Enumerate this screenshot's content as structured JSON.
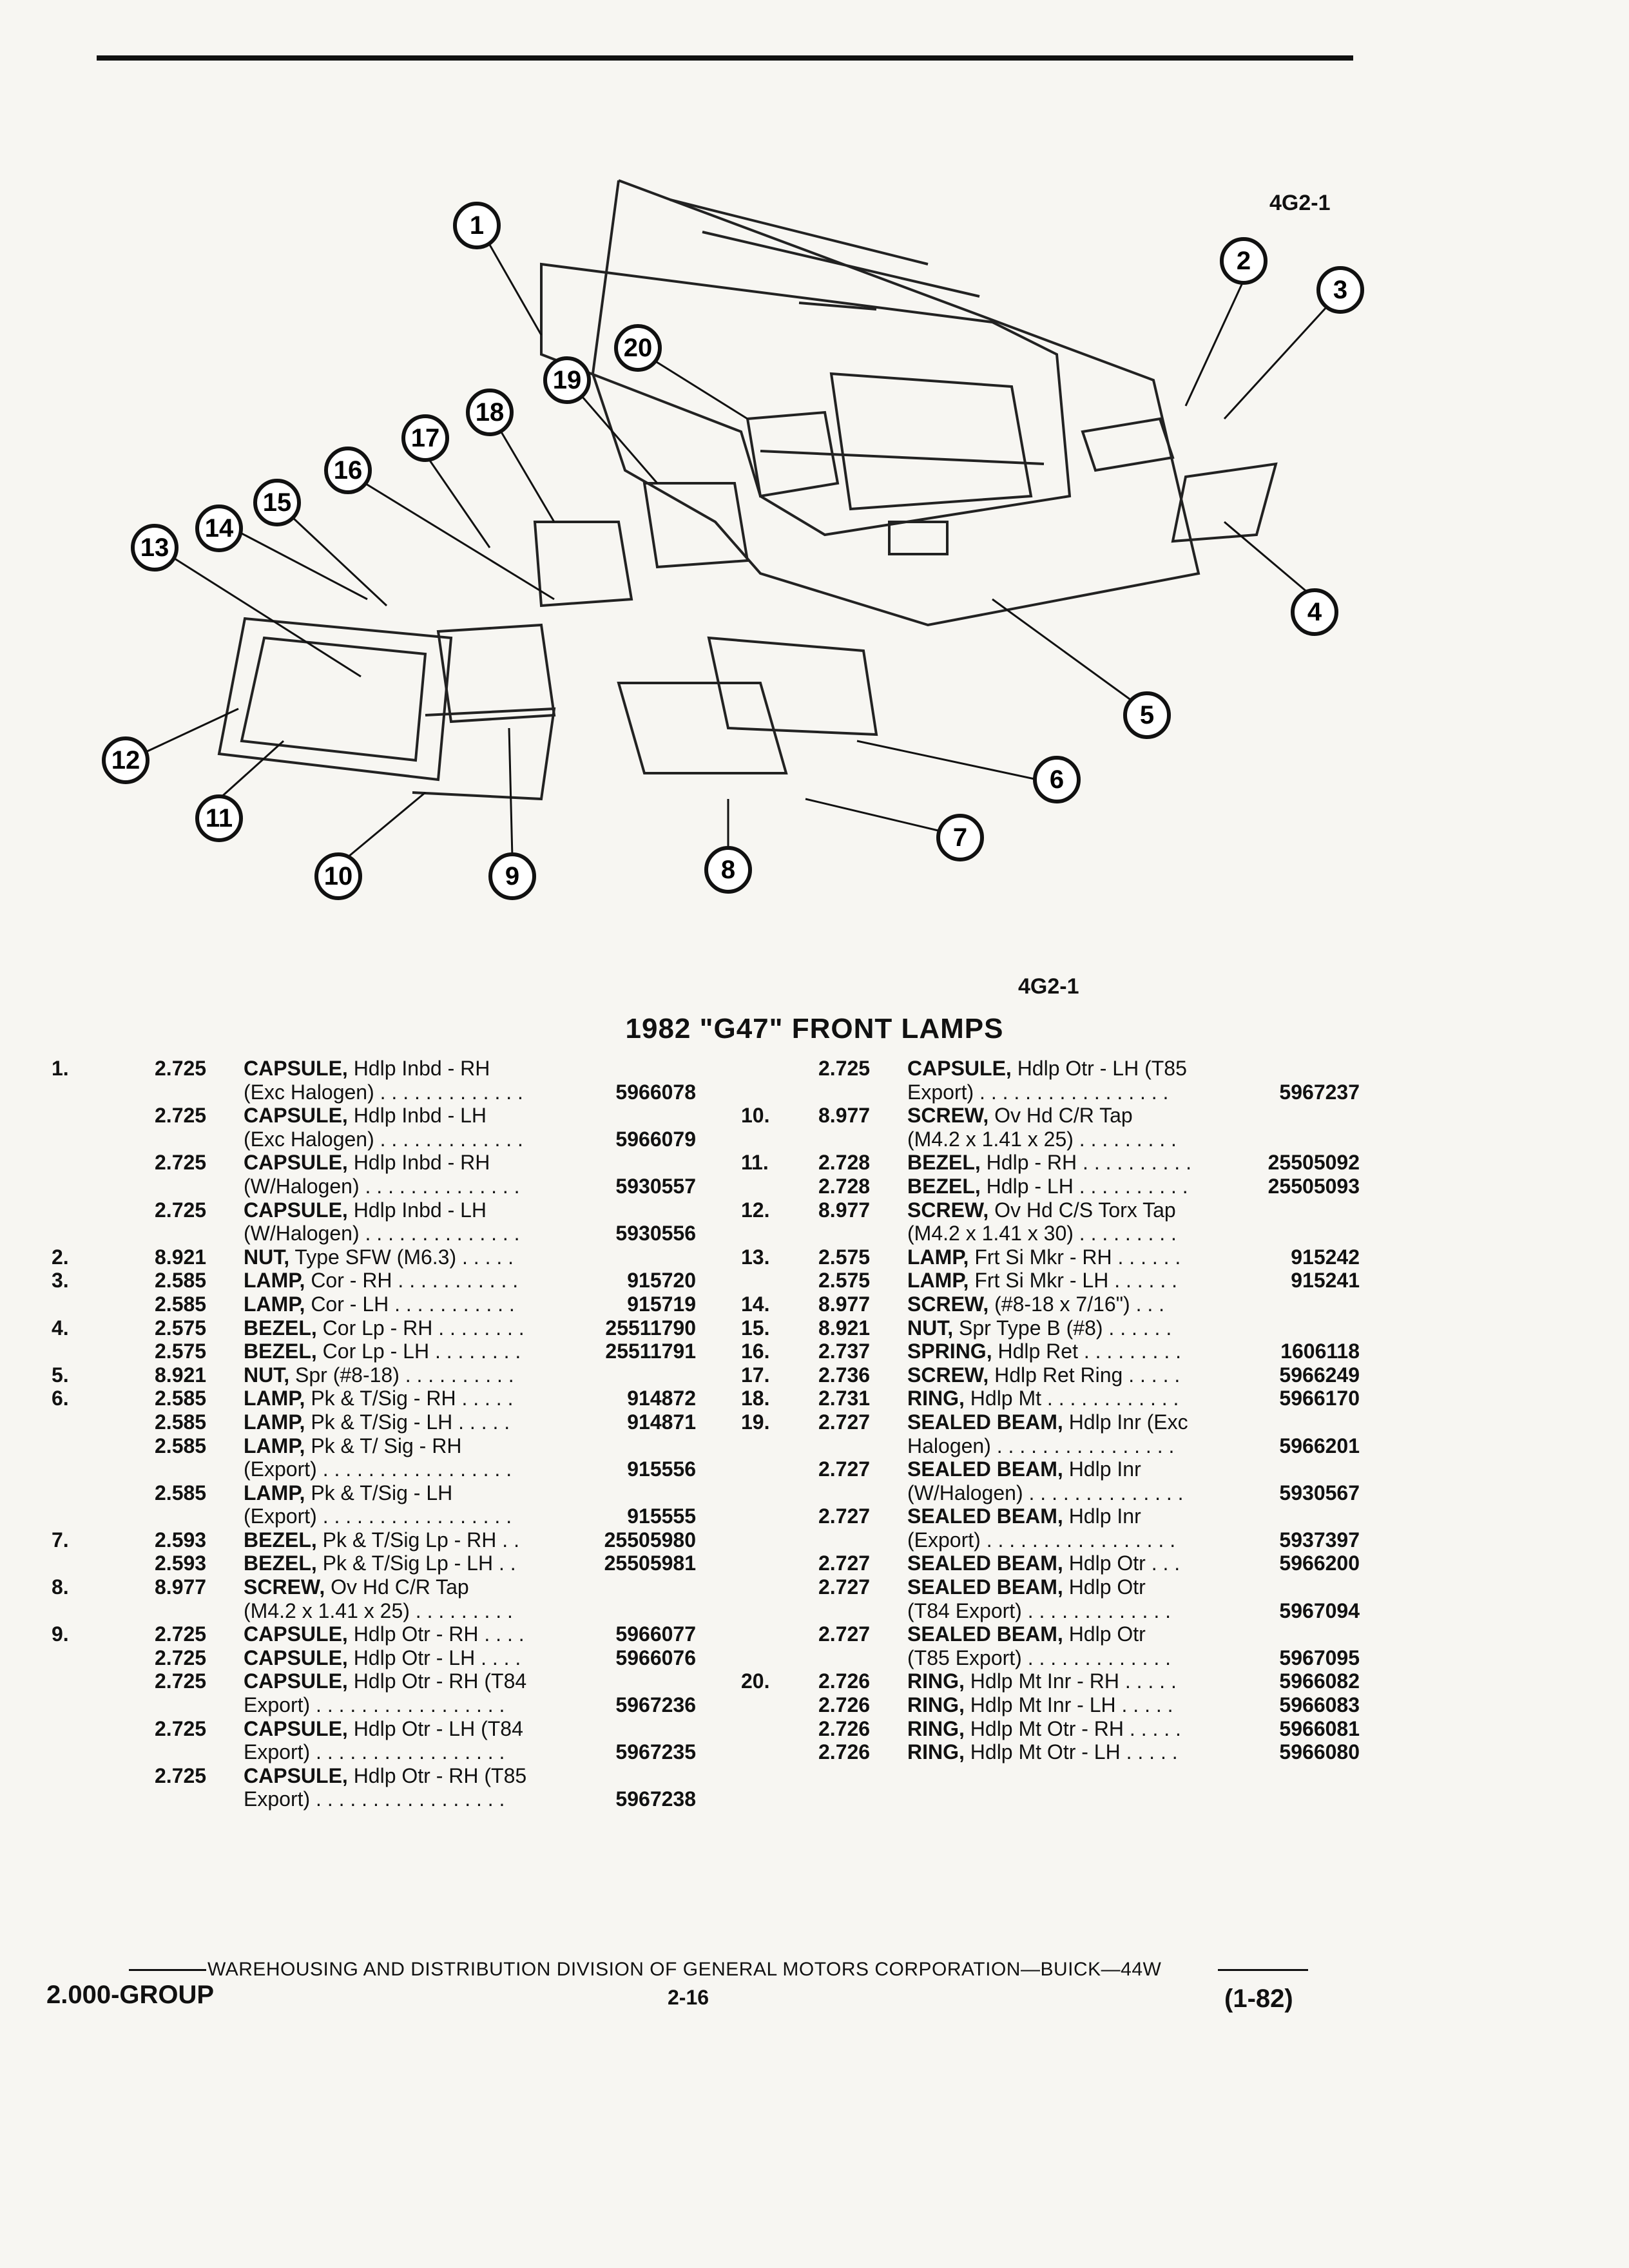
{
  "figure_code_top": "4G2-1",
  "figure_code_bottom": "4G2-1",
  "title": "1982 \"G47\" FRONT LAMPS",
  "callouts": [
    "1",
    "2",
    "3",
    "4",
    "5",
    "6",
    "7",
    "8",
    "9",
    "10",
    "11",
    "12",
    "13",
    "14",
    "15",
    "16",
    "17",
    "18",
    "19",
    "20"
  ],
  "left_lines": [
    {
      "num": "1.",
      "grp": "2.725",
      "name": "CAPSULE,",
      "rest": " Hdlp Inbd - RH",
      "pn": ""
    },
    {
      "num": "",
      "grp": "",
      "name": "",
      "rest": "(Exc Halogen) . . . . . . . . . . . . .",
      "pn": "5966078"
    },
    {
      "num": "",
      "grp": "2.725",
      "name": "CAPSULE,",
      "rest": " Hdlp Inbd - LH",
      "pn": ""
    },
    {
      "num": "",
      "grp": "",
      "name": "",
      "rest": "(Exc Halogen) . . . . . . . . . . . . .",
      "pn": "5966079"
    },
    {
      "num": "",
      "grp": "2.725",
      "name": "CAPSULE,",
      "rest": " Hdlp Inbd - RH",
      "pn": ""
    },
    {
      "num": "",
      "grp": "",
      "name": "",
      "rest": "(W/Halogen) . . . . . . . . . . . . . .",
      "pn": "5930557"
    },
    {
      "num": "",
      "grp": "2.725",
      "name": "CAPSULE,",
      "rest": " Hdlp Inbd - LH",
      "pn": ""
    },
    {
      "num": "",
      "grp": "",
      "name": "",
      "rest": "(W/Halogen) . . . . . . . . . . . . . .",
      "pn": "5930556"
    },
    {
      "num": "2.",
      "grp": "8.921",
      "name": "NUT,",
      "rest": " Type SFW (M6.3) . . . . .",
      "pn": ""
    },
    {
      "num": "3.",
      "grp": "2.585",
      "name": "LAMP,",
      "rest": " Cor - RH . . . . . . . . . . .",
      "pn": "915720"
    },
    {
      "num": "",
      "grp": "2.585",
      "name": "LAMP,",
      "rest": " Cor - LH . . . . . . . . . . .",
      "pn": "915719"
    },
    {
      "num": "4.",
      "grp": "2.575",
      "name": "BEZEL,",
      "rest": " Cor Lp - RH . . . . . . . .",
      "pn": "25511790"
    },
    {
      "num": "",
      "grp": "2.575",
      "name": "BEZEL,",
      "rest": " Cor Lp - LH . . . . . . . .",
      "pn": "25511791"
    },
    {
      "num": "5.",
      "grp": "8.921",
      "name": "NUT,",
      "rest": " Spr (#8-18) . . . . . . . . . .",
      "pn": ""
    },
    {
      "num": "6.",
      "grp": "2.585",
      "name": "LAMP,",
      "rest": " Pk & T/Sig - RH . . . . .",
      "pn": "914872"
    },
    {
      "num": "",
      "grp": "2.585",
      "name": "LAMP,",
      "rest": " Pk & T/Sig - LH . . . . .",
      "pn": "914871"
    },
    {
      "num": "",
      "grp": "2.585",
      "name": "LAMP,",
      "rest": " Pk & T/ Sig - RH",
      "pn": ""
    },
    {
      "num": "",
      "grp": "",
      "name": "",
      "rest": "(Export) . . . . . . . . . . . . . . . . .",
      "pn": "915556"
    },
    {
      "num": "",
      "grp": "2.585",
      "name": "LAMP,",
      "rest": " Pk & T/Sig - LH",
      "pn": ""
    },
    {
      "num": "",
      "grp": "",
      "name": "",
      "rest": "(Export) . . . . . . . . . . . . . . . . .",
      "pn": "915555"
    },
    {
      "num": "7.",
      "grp": "2.593",
      "name": "BEZEL,",
      "rest": " Pk & T/Sig Lp - RH . .",
      "pn": "25505980"
    },
    {
      "num": "",
      "grp": "2.593",
      "name": "BEZEL,",
      "rest": " Pk & T/Sig Lp - LH . .",
      "pn": "25505981"
    },
    {
      "num": "8.",
      "grp": "8.977",
      "name": "SCREW,",
      "rest": " Ov Hd C/R Tap",
      "pn": ""
    },
    {
      "num": "",
      "grp": "",
      "name": "",
      "rest": "(M4.2 x 1.41 x 25) . . . . . . . . .",
      "pn": ""
    },
    {
      "num": "9.",
      "grp": "2.725",
      "name": "CAPSULE,",
      "rest": " Hdlp Otr - RH . . . .",
      "pn": "5966077"
    },
    {
      "num": "",
      "grp": "2.725",
      "name": "CAPSULE,",
      "rest": " Hdlp Otr - LH . . . .",
      "pn": "5966076"
    },
    {
      "num": "",
      "grp": "2.725",
      "name": "CAPSULE,",
      "rest": " Hdlp Otr - RH (T84",
      "pn": ""
    },
    {
      "num": "",
      "grp": "",
      "name": "",
      "rest": "Export) . . . . . . . . . . . . . . . . .",
      "pn": "5967236"
    },
    {
      "num": "",
      "grp": "2.725",
      "name": "CAPSULE,",
      "rest": " Hdlp Otr - LH (T84",
      "pn": ""
    },
    {
      "num": "",
      "grp": "",
      "name": "",
      "rest": "Export) . . . . . . . . . . . . . . . . .",
      "pn": "5967235"
    },
    {
      "num": "",
      "grp": "2.725",
      "name": "CAPSULE,",
      "rest": " Hdlp Otr - RH (T85",
      "pn": ""
    },
    {
      "num": "",
      "grp": "",
      "name": "",
      "rest": "Export) . . . . . . . . . . . . . . . . .",
      "pn": "5967238"
    }
  ],
  "right_lines": [
    {
      "num": "",
      "grp": "2.725",
      "name": "CAPSULE,",
      "rest": " Hdlp Otr - LH (T85",
      "pn": ""
    },
    {
      "num": "",
      "grp": "",
      "name": "",
      "rest": "Export) . . . . . . . . . . . . . . . . .",
      "pn": "5967237"
    },
    {
      "num": "10.",
      "grp": "8.977",
      "name": "SCREW,",
      "rest": " Ov Hd C/R Tap",
      "pn": ""
    },
    {
      "num": "",
      "grp": "",
      "name": "",
      "rest": "(M4.2 x 1.41 x 25) . . . . . . . . .",
      "pn": ""
    },
    {
      "num": "11.",
      "grp": "2.728",
      "name": "BEZEL,",
      "rest": " Hdlp - RH . . . . . . . . . .",
      "pn": "25505092"
    },
    {
      "num": "",
      "grp": "2.728",
      "name": "BEZEL,",
      "rest": " Hdlp - LH . . . . . . . . . .",
      "pn": "25505093"
    },
    {
      "num": "12.",
      "grp": "8.977",
      "name": "SCREW,",
      "rest": " Ov Hd C/S Torx Tap",
      "pn": ""
    },
    {
      "num": "",
      "grp": "",
      "name": "",
      "rest": "(M4.2 x 1.41 x 30) . . . . . . . . .",
      "pn": ""
    },
    {
      "num": "13.",
      "grp": "2.575",
      "name": "LAMP,",
      "rest": " Frt Si Mkr - RH . . . . . .",
      "pn": "915242"
    },
    {
      "num": "",
      "grp": "2.575",
      "name": "LAMP,",
      "rest": " Frt Si Mkr - LH . . . . . .",
      "pn": "915241"
    },
    {
      "num": "14.",
      "grp": "8.977",
      "name": "SCREW,",
      "rest": " (#8-18 x 7/16\") . . .",
      "pn": ""
    },
    {
      "num": "15.",
      "grp": "8.921",
      "name": "NUT,",
      "rest": " Spr Type B (#8) . . . . . .",
      "pn": ""
    },
    {
      "num": "16.",
      "grp": "2.737",
      "name": "SPRING,",
      "rest": " Hdlp Ret . . . . . . . . .",
      "pn": "1606118"
    },
    {
      "num": "17.",
      "grp": "2.736",
      "name": "SCREW,",
      "rest": " Hdlp Ret Ring . . . . .",
      "pn": "5966249"
    },
    {
      "num": "18.",
      "grp": "2.731",
      "name": "RING,",
      "rest": " Hdlp Mt . . . . . . . . . . . .",
      "pn": "5966170"
    },
    {
      "num": "19.",
      "grp": "2.727",
      "name": "SEALED BEAM,",
      "rest": " Hdlp Inr (Exc",
      "pn": ""
    },
    {
      "num": "",
      "grp": "",
      "name": "",
      "rest": "Halogen) . . . . . . . . . . . . . . . .",
      "pn": "5966201"
    },
    {
      "num": "",
      "grp": "2.727",
      "name": "SEALED BEAM,",
      "rest": " Hdlp Inr",
      "pn": ""
    },
    {
      "num": "",
      "grp": "",
      "name": "",
      "rest": "(W/Halogen) . . . . . . . . . . . . . .",
      "pn": "5930567"
    },
    {
      "num": "",
      "grp": "2.727",
      "name": "SEALED BEAM,",
      "rest": " Hdlp Inr",
      "pn": ""
    },
    {
      "num": "",
      "grp": "",
      "name": "",
      "rest": "(Export) . . . . . . . . . . . . . . . . .",
      "pn": "5937397"
    },
    {
      "num": "",
      "grp": "2.727",
      "name": "SEALED BEAM,",
      "rest": " Hdlp Otr . . .",
      "pn": "5966200"
    },
    {
      "num": "",
      "grp": "2.727",
      "name": "SEALED BEAM,",
      "rest": " Hdlp Otr",
      "pn": ""
    },
    {
      "num": "",
      "grp": "",
      "name": "",
      "rest": "(T84 Export) . . . . . . . . . . . . .",
      "pn": "5967094"
    },
    {
      "num": "",
      "grp": "2.727",
      "name": "SEALED BEAM,",
      "rest": " Hdlp Otr",
      "pn": ""
    },
    {
      "num": "",
      "grp": "",
      "name": "",
      "rest": "(T85 Export) . . . . . . . . . . . . .",
      "pn": "5967095"
    },
    {
      "num": "20.",
      "grp": "2.726",
      "name": "RING,",
      "rest": " Hdlp Mt Inr - RH . . . . .",
      "pn": "5966082"
    },
    {
      "num": "",
      "grp": "2.726",
      "name": "RING,",
      "rest": " Hdlp Mt Inr - LH . . . . .",
      "pn": "5966083"
    },
    {
      "num": "",
      "grp": "2.726",
      "name": "RING,",
      "rest": " Hdlp Mt Otr - RH . . . . .",
      "pn": "5966081"
    },
    {
      "num": "",
      "grp": "2.726",
      "name": "RING,",
      "rest": " Hdlp Mt Otr - LH . . . . .",
      "pn": "5966080"
    }
  ],
  "footer": {
    "division": "WAREHOUSING AND DISTRIBUTION DIVISION OF GENERAL MOTORS CORPORATION—BUICK—44W",
    "group": "2.000-GROUP",
    "page": "2-16",
    "date": "(1-82)"
  }
}
